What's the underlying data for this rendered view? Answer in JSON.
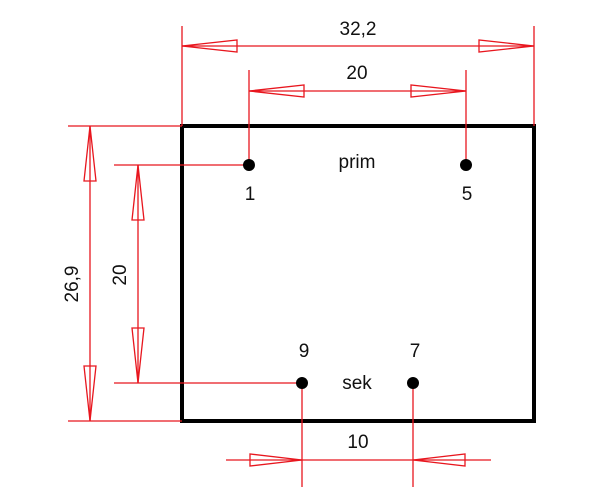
{
  "dimensions": {
    "total_width": "32,2",
    "primary_pitch": "20",
    "total_height": "26,9",
    "vertical_pitch": "20",
    "secondary_pitch": "10"
  },
  "labels": {
    "primary": "prim",
    "secondary": "sek"
  },
  "pins": {
    "p1": "1",
    "p5": "5",
    "p9": "9",
    "p7": "7"
  },
  "colors": {
    "dimension": "#e8161e",
    "outline": "#000000"
  }
}
